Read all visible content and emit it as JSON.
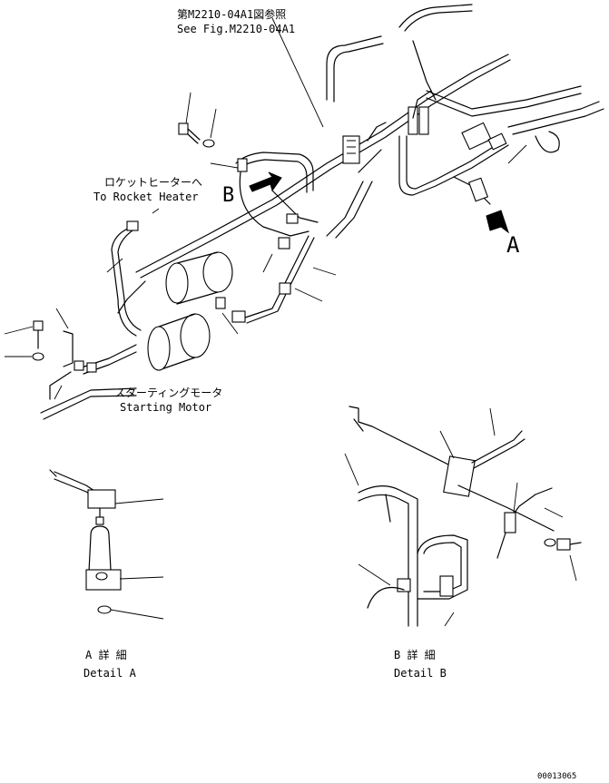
{
  "callouts": {
    "see_fig_jp": "第M2210-04A1図参照",
    "see_fig_en": "See Fig.M2210-04A1",
    "rocket_heater_jp": "ロケットヒーターへ",
    "rocket_heater_en": "To Rocket Heater",
    "starting_motor_jp": "スターティングモータ",
    "starting_motor_en": "Starting Motor"
  },
  "view_markers": {
    "a": "A",
    "b": "B"
  },
  "details": {
    "a_jp": "A 詳 細",
    "a_en": "Detail A",
    "b_jp": "B 詳 細",
    "b_en": "Detail B"
  },
  "drawing_number": "00013065"
}
